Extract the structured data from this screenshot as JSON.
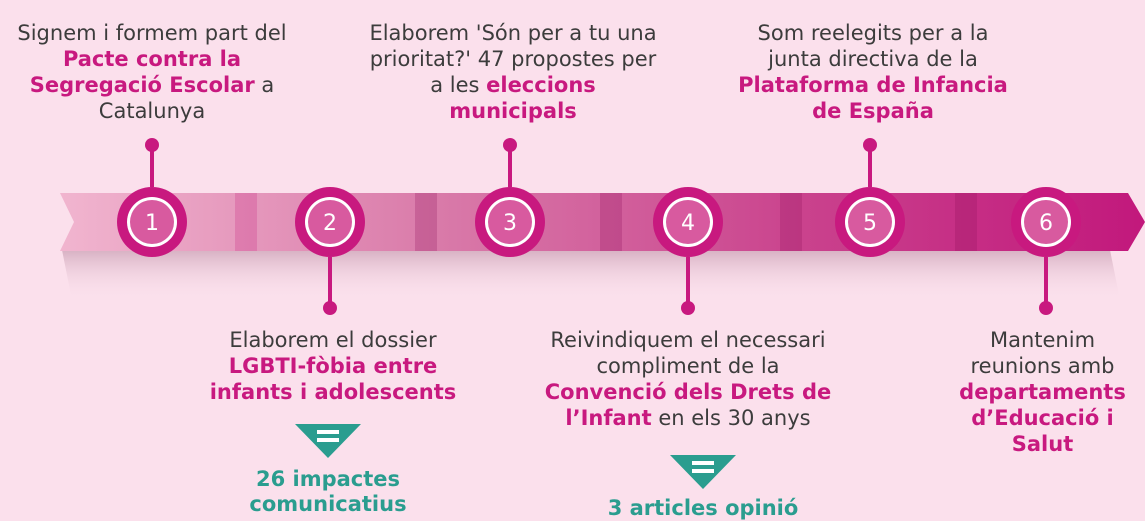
{
  "colors": {
    "background": "#fbe0ec",
    "accent": "#c8197f",
    "result": "#2a9d8f",
    "body_text": "#3c3c3c"
  },
  "milestones": [
    {
      "number": "1",
      "text_a": "Signem i formem part del ",
      "strong": "Pacte contra la Segregació Escolar",
      "text_b": " a Catalunya"
    },
    {
      "number": "2",
      "text_a": "Elaborem el dossier ",
      "strong": "LGBTI-fòbia entre infants i adolescents",
      "text_b": ""
    },
    {
      "number": "3",
      "text_a": "Elaborem 'Són per a tu una prioritat?' 47 propostes per a les ",
      "strong": "eleccions municipals",
      "text_b": ""
    },
    {
      "number": "4",
      "text_a": "Reivindiquem el necessari compliment de la ",
      "strong": "Convenció dels Drets de l’Infant",
      "text_b": " en els 30 anys"
    },
    {
      "number": "5",
      "text_a": "Som reelegits per a la junta directiva de la ",
      "strong": "Plataforma de Infancia de España",
      "text_b": ""
    },
    {
      "number": "6",
      "text_a": "Mantenim reunions amb ",
      "strong": "departaments d’Educació i Salut",
      "text_b": ""
    }
  ],
  "results": [
    {
      "milestone": "2",
      "text": "26 impactes comunicatius"
    },
    {
      "milestone": "4",
      "text": "3 articles opinió"
    }
  ]
}
